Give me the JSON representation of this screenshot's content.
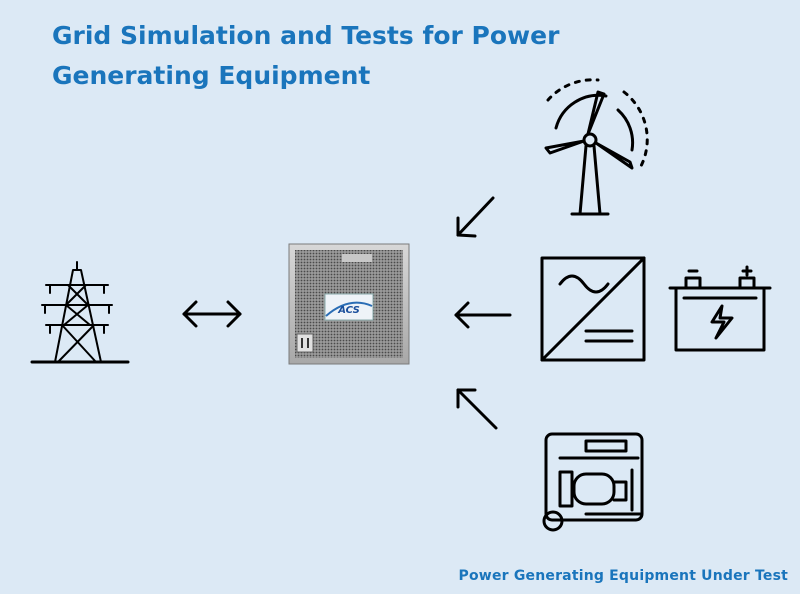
{
  "title": "Grid Simulation and Tests for Power Generating Equipment",
  "caption": "Power Generating Equipment Under Test",
  "device": {
    "logo_text": "ACS"
  },
  "colors": {
    "background": "#dce9f5",
    "accent": "#1a75bc"
  },
  "icons": [
    "transmission-tower-icon",
    "wind-turbine-icon",
    "inverter-icon",
    "battery-icon",
    "generator-icon"
  ]
}
